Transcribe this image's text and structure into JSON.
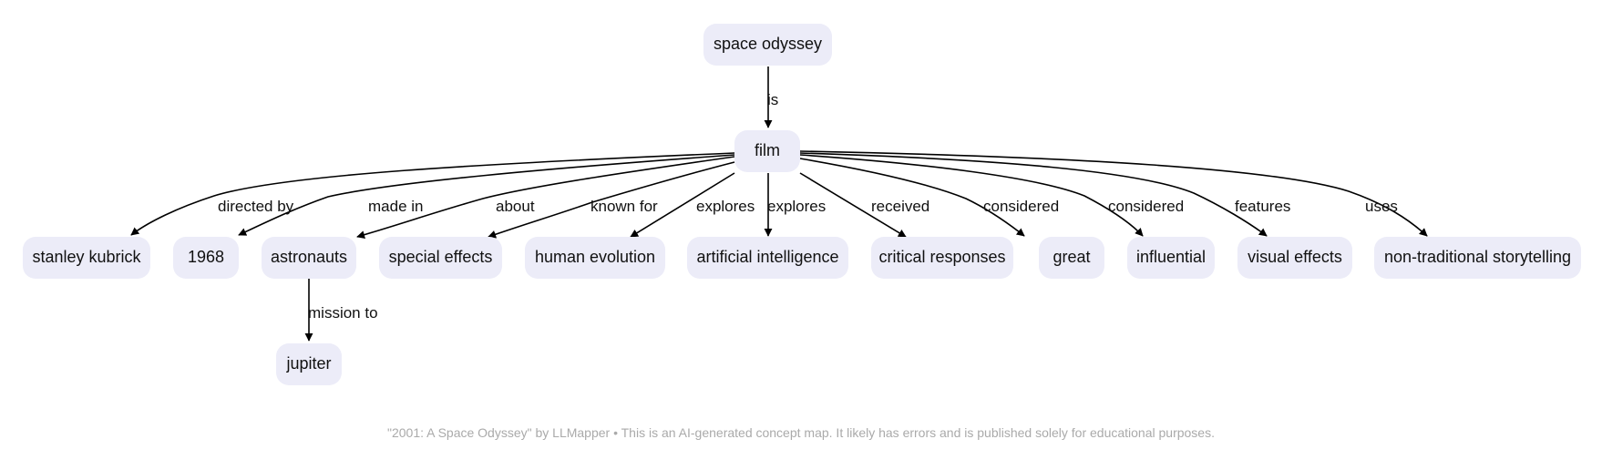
{
  "diagram": {
    "nodes": {
      "space_odyssey": "space odyssey",
      "film": "film",
      "stanley_kubrick": "stanley kubrick",
      "year_1968": "1968",
      "astronauts": "astronauts",
      "special_effects": "special effects",
      "human_evolution": "human evolution",
      "artificial_intelligence": "artificial intelligence",
      "critical_responses": "critical responses",
      "great": "great",
      "influential": "influential",
      "visual_effects": "visual effects",
      "non_traditional_storytelling": "non-traditional storytelling",
      "jupiter": "jupiter"
    },
    "edges": {
      "is": "is",
      "directed_by": "directed by",
      "made_in": "made in",
      "about": "about",
      "known_for": "known for",
      "explores_1": "explores",
      "explores_2": "explores",
      "received": "received",
      "considered_1": "considered",
      "considered_2": "considered",
      "features": "features",
      "uses": "uses",
      "mission_to": "mission to"
    }
  },
  "footer": {
    "text": "\"2001: A Space Odyssey\" by LLMapper • This is an AI-generated concept map. It likely has errors and is published solely for educational purposes."
  }
}
